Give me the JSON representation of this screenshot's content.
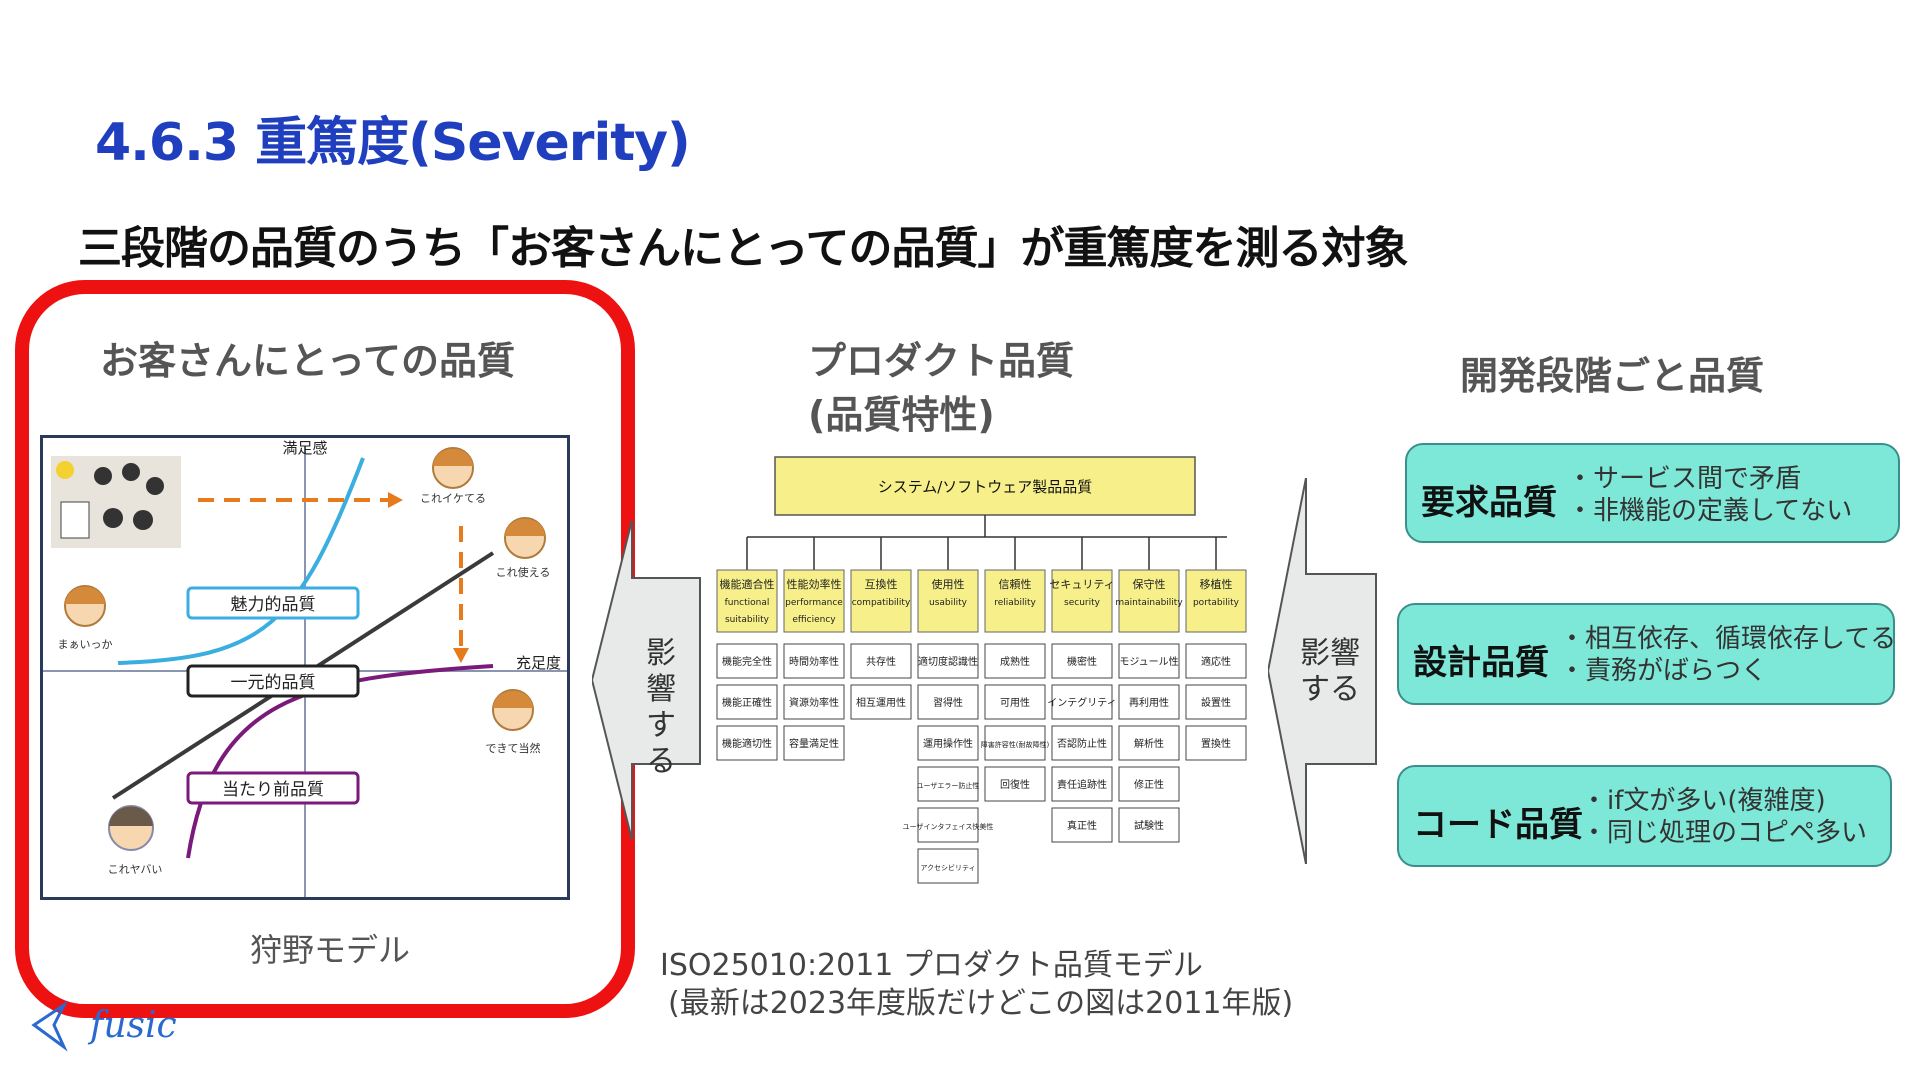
{
  "slide": {
    "title": "4.6.3 重篤度(Severity)",
    "subtitle": "三段階の品質のうち「お客さんにとっての品質」が重篤度を測る対象"
  },
  "left_column": {
    "heading": "お客さんにとっての品質",
    "caption": "狩野モデル",
    "kano": {
      "y_axis_label": "満足感",
      "x_axis_label": "充足度",
      "attractive_label": "魅力的品質",
      "one_dimensional_label": "一元的品質",
      "must_be_label": "当たり前品質",
      "person_labels": [
        "これイケてる",
        "これ使える",
        "まぁいっか",
        "できて当然",
        "これヤバい"
      ]
    }
  },
  "middle_column": {
    "heading_line1": "プロダクト品質",
    "heading_line2": "(品質特性)",
    "root": "システム/ソフトウェア製品品質",
    "characteristics": [
      {
        "name": "機能適合性",
        "en1": "functional",
        "en2": "suitability",
        "subs": [
          "機能完全性",
          "機能正確性",
          "機能適切性"
        ]
      },
      {
        "name": "性能効率性",
        "en1": "performance",
        "en2": "efficiency",
        "subs": [
          "時間効率性",
          "資源効率性",
          "容量満足性"
        ]
      },
      {
        "name": "互換性",
        "en1": "compatibility",
        "en2": "",
        "subs": [
          "共存性",
          "相互運用性"
        ]
      },
      {
        "name": "使用性",
        "en1": "usability",
        "en2": "",
        "subs": [
          "適切度認識性",
          "習得性",
          "運用操作性",
          "ユーザエラー防止性",
          "ユーザインタフェイス快美性",
          "アクセシビリティ"
        ]
      },
      {
        "name": "信頼性",
        "en1": "reliability",
        "en2": "",
        "subs": [
          "成熟性",
          "可用性",
          "障害許容性(耐故障性)",
          "回復性"
        ]
      },
      {
        "name": "セキュリティ",
        "en1": "security",
        "en2": "",
        "subs": [
          "機密性",
          "インテグリティ",
          "否認防止性",
          "責任追跡性",
          "真正性"
        ]
      },
      {
        "name": "保守性",
        "en1": "maintainability",
        "en2": "",
        "subs": [
          "モジュール性",
          "再利用性",
          "解析性",
          "修正性",
          "試験性"
        ]
      },
      {
        "name": "移植性",
        "en1": "portability",
        "en2": "",
        "subs": [
          "適応性",
          "設置性",
          "置換性"
        ]
      }
    ],
    "caption_line1": "ISO25010:2011 プロダクト品質モデル",
    "caption_line2": "(最新は2023年度版だけどこの図は2011年版)"
  },
  "arrows": {
    "left_text_line1": "影響",
    "left_text_line2": "する",
    "right_text_line1": "影響",
    "right_text_line2": "する"
  },
  "right_column": {
    "heading": "開発段階ごと品質",
    "boxes": [
      {
        "label": "要求品質",
        "notes": [
          "・サービス間で矛盾",
          "・非機能の定義してない"
        ]
      },
      {
        "label": "設計品質",
        "notes": [
          "・相互依存、循環依存してる",
          "・責務がばらつく"
        ]
      },
      {
        "label": "コード品質",
        "notes": [
          "・if文が多い(複雑度)",
          "・同じ処理のコピペ多い"
        ]
      }
    ]
  },
  "colors": {
    "title": "#1f3fbf",
    "highlight": "#ee1111",
    "box_fill": "#7ee8d8",
    "char_fill": "#f7f08a"
  },
  "logo_text": "fusic"
}
